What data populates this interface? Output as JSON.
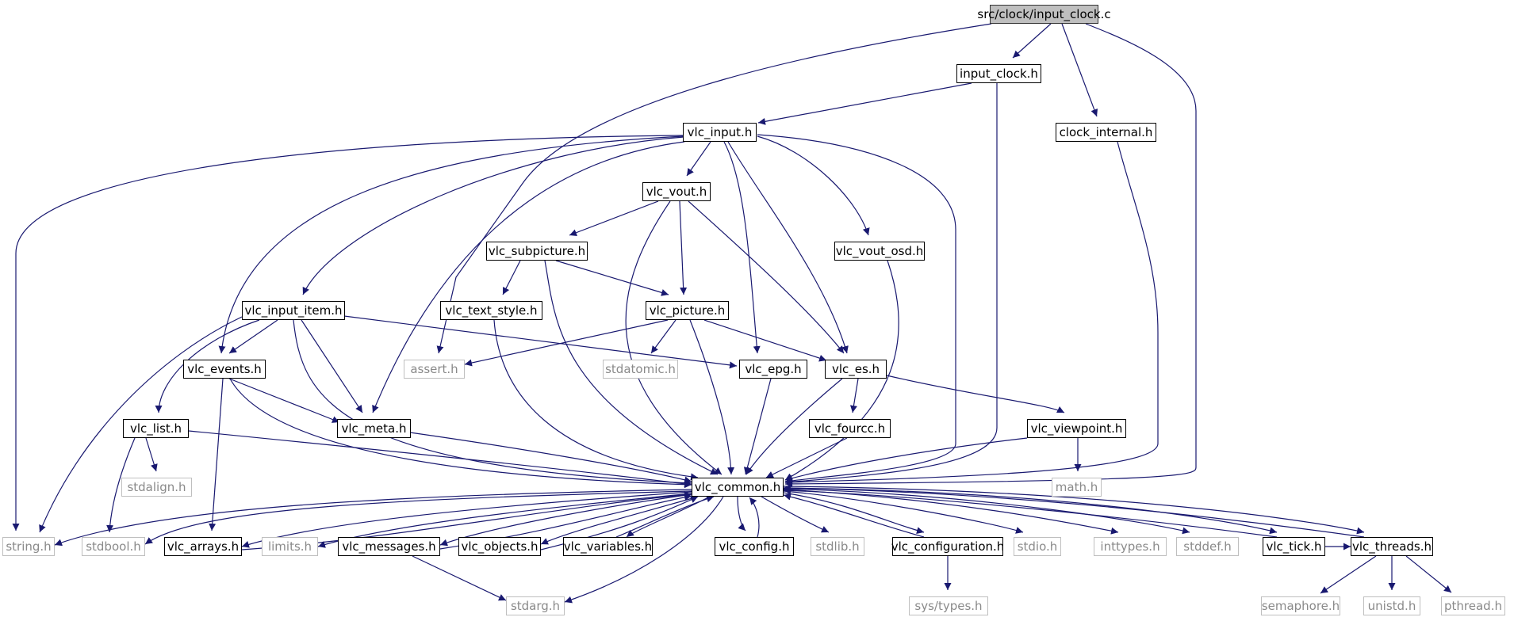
{
  "colors": {
    "edge": "#191970",
    "external_node_border": "#bfbfbf",
    "root_fill": "#bfbfbf"
  },
  "nodes": {
    "root": "src/clock/input_clock.c",
    "input_clock_h": "input_clock.h",
    "clock_internal_h": "clock_internal.h",
    "vlc_input_h": "vlc_input.h",
    "vlc_vout_h": "vlc_vout.h",
    "vlc_subpicture_h": "vlc_subpicture.h",
    "vlc_vout_osd_h": "vlc_vout_osd.h",
    "vlc_input_item_h": "vlc_input_item.h",
    "vlc_text_style_h": "vlc_text_style.h",
    "vlc_picture_h": "vlc_picture.h",
    "vlc_events_h": "vlc_events.h",
    "assert_h": "assert.h",
    "stdatomic_h": "stdatomic.h",
    "vlc_epg_h": "vlc_epg.h",
    "vlc_es_h": "vlc_es.h",
    "vlc_list_h": "vlc_list.h",
    "vlc_meta_h": "vlc_meta.h",
    "vlc_fourcc_h": "vlc_fourcc.h",
    "vlc_viewpoint_h": "vlc_viewpoint.h",
    "stdalign_h": "stdalign.h",
    "vlc_common_h": "vlc_common.h",
    "math_h": "math.h",
    "string_h": "string.h",
    "stdbool_h": "stdbool.h",
    "vlc_arrays_h": "vlc_arrays.h",
    "limits_h": "limits.h",
    "vlc_messages_h": "vlc_messages.h",
    "vlc_objects_h": "vlc_objects.h",
    "vlc_variables_h": "vlc_variables.h",
    "vlc_config_h": "vlc_config.h",
    "stdlib_h": "stdlib.h",
    "vlc_configuration_h": "vlc_configuration.h",
    "stdio_h": "stdio.h",
    "inttypes_h": "inttypes.h",
    "stddef_h": "stddef.h",
    "vlc_tick_h": "vlc_tick.h",
    "vlc_threads_h": "vlc_threads.h",
    "stdarg_h": "stdarg.h",
    "sys_types_h": "sys/types.h",
    "semaphore_h": "semaphore.h",
    "unistd_h": "unistd.h",
    "pthread_h": "pthread.h"
  }
}
